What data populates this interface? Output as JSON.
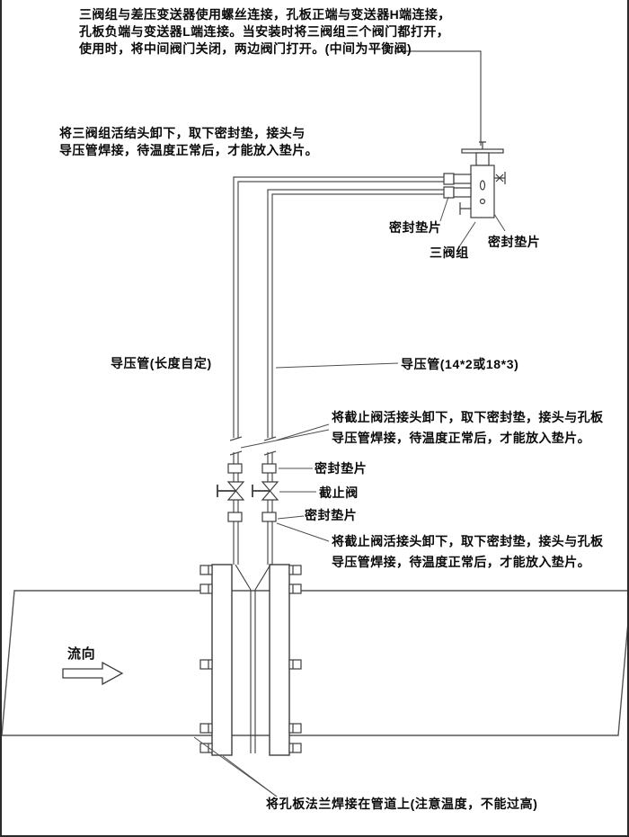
{
  "colors": {
    "line": "#4f4f4f",
    "dark": "#2b2b2b",
    "text": "#0a0a0a",
    "background": "#ffffff"
  },
  "notes": {
    "top": "三阀组与差压变送器使用螺丝连接，孔板正端与变送器H端连接，\n孔板负端与变送器L端连接。当安装时将三阀组三个阀门都打开，\n使用时，将中间阀门关闭，两边阀门打开。(中间为平衡阀)",
    "manifold": "将三阀组活结头卸下，取下密封垫，接头与\n导压管焊接，待温度正常后，才能放入垫片。",
    "upper_valve": "将截止阀活接头卸下，取下密封垫，接头与孔板\n导压管焊接，待温度正常后，才能放入垫片。",
    "lower_valve": "将截止阀活接头卸下，取下密封垫，接头与孔板\n导压管焊接，待温度正常后，才能放入垫片。",
    "bottom": "将孔板法兰焊接在管道上(注意温度，不能过高)"
  },
  "labels": {
    "gasket_top_left": "密封垫片",
    "manifold": "三阀组",
    "gasket_top_right": "密封垫片",
    "impulse_pipe_left": "导压管(长度自定)",
    "impulse_pipe_right": "导压管(14*2或18*3)",
    "gasket_above_valve": "密封垫片",
    "shutoff_valve": "截止阀",
    "gasket_below_valve": "密封垫片",
    "flow_direction": "流向"
  }
}
